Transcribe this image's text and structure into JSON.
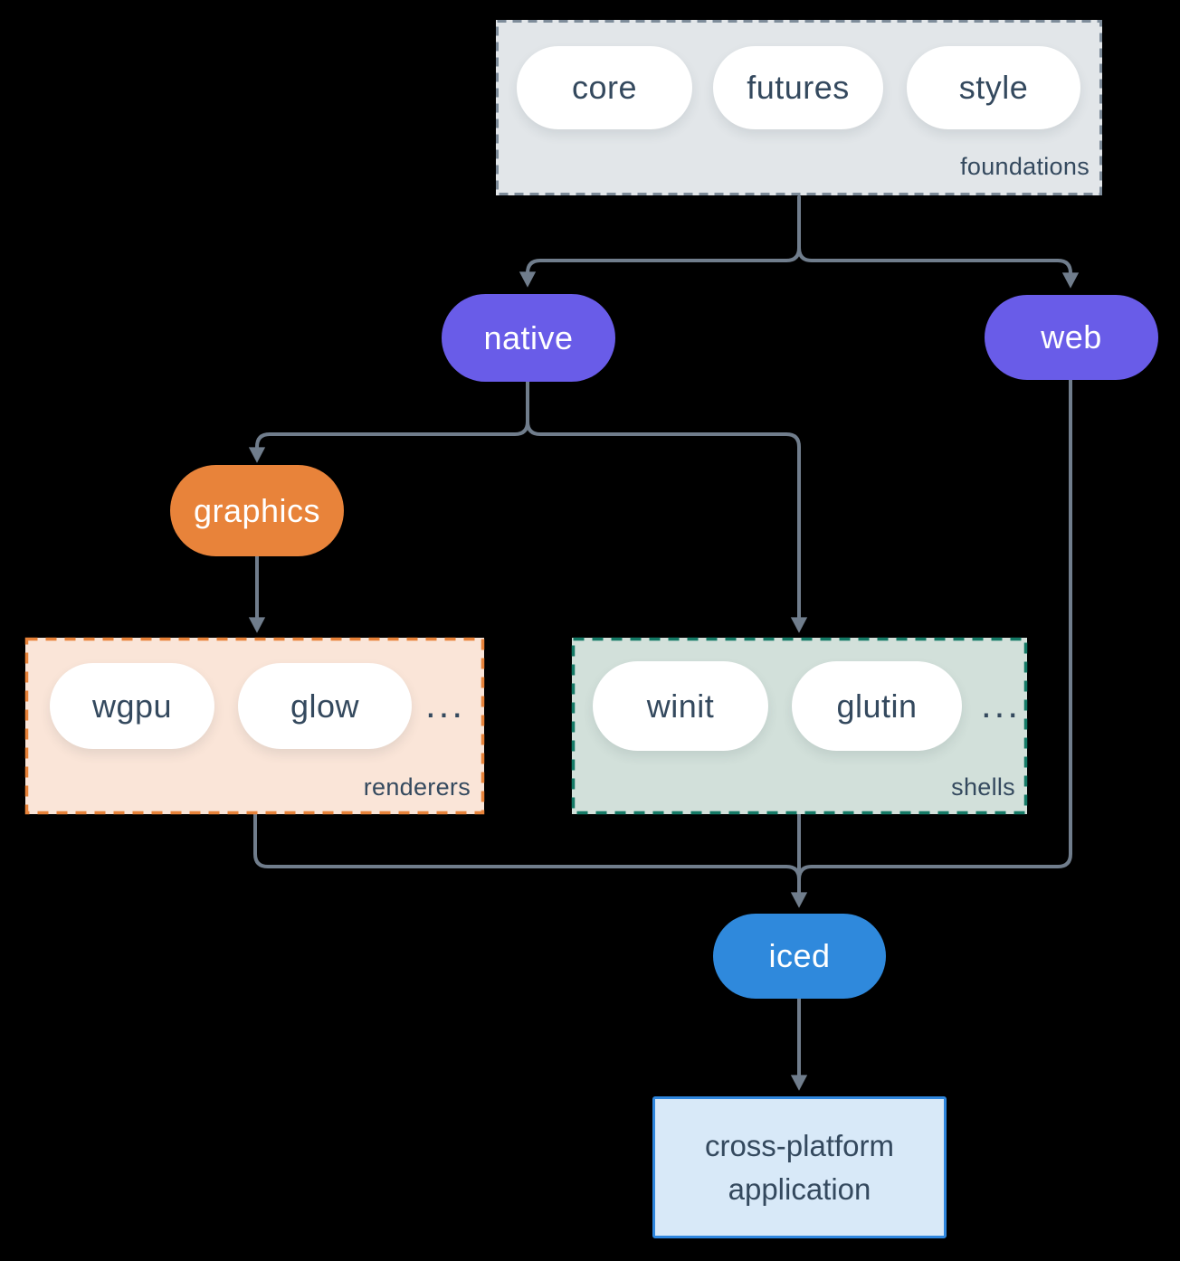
{
  "colors": {
    "background": "#000000",
    "connector_line": "#707d8c",
    "text_dark": "#34495e",
    "node_purple": "#695ce8",
    "node_orange": "#e8833a",
    "node_blue": "#2f89dc",
    "foundations_fill": "#e2e6e9",
    "foundations_border": "#7e8c9a",
    "renderers_fill": "#fae5d8",
    "renderers_border": "#e8833a",
    "shells_fill": "#d2e0da",
    "shells_border": "#157a66",
    "app_fill": "#d8e9f8",
    "app_border": "#2e86de",
    "pill_fill": "#ffffff"
  },
  "foundations": {
    "label": "foundations",
    "pills": [
      "core",
      "futures",
      "style"
    ]
  },
  "nodes": {
    "native": "native",
    "web": "web",
    "graphics": "graphics",
    "iced": "iced"
  },
  "renderers": {
    "label": "renderers",
    "pills": [
      "wgpu",
      "glow"
    ],
    "more": "..."
  },
  "shells": {
    "label": "shells",
    "pills": [
      "winit",
      "glutin"
    ],
    "more": "..."
  },
  "app": {
    "line1": "cross-platform",
    "line2": "application"
  }
}
